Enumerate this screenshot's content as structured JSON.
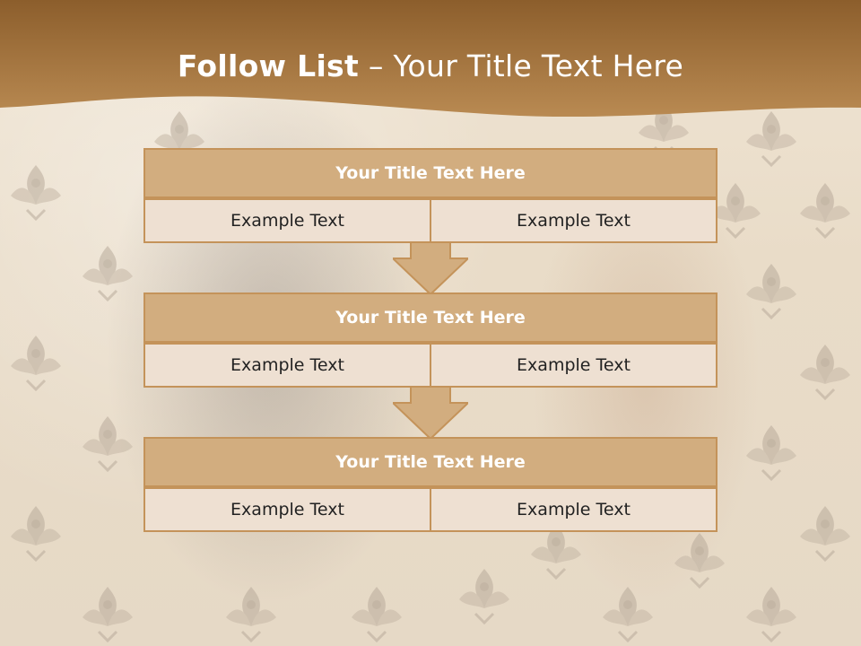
{
  "slide": {
    "title_bold": "Follow List",
    "title_rest": " – Your Title Text Here"
  },
  "blocks": [
    {
      "title": "Your Title Text Here",
      "left": "Example Text",
      "right": "Example Text"
    },
    {
      "title": "Your Title Text Here",
      "left": "Example Text",
      "right": "Example Text"
    },
    {
      "title": "Your Title Text Here",
      "left": "Example Text",
      "right": "Example Text"
    }
  ],
  "colors": {
    "header": "#9c6a2e",
    "title_row": "#d2ad7f",
    "cell": "#eee0d2",
    "border": "#c4935a"
  }
}
